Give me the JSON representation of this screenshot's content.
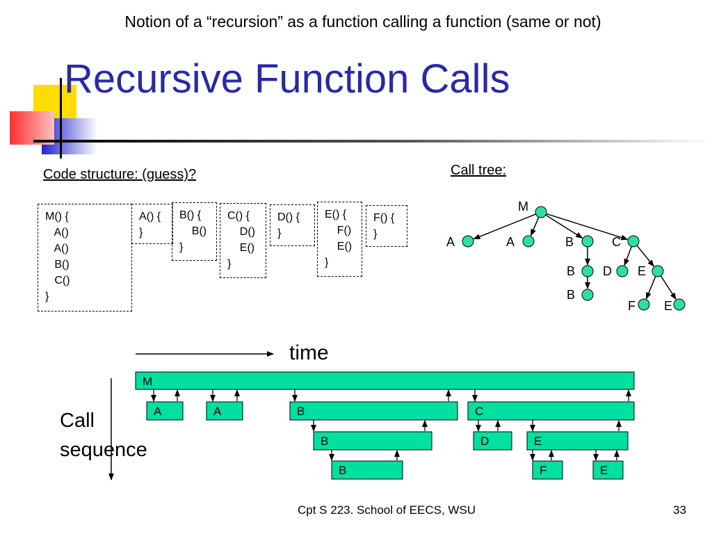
{
  "header": {
    "note": "Notion of a “recursion” as a function calling a function (same or not)",
    "title": "Recursive Function Calls"
  },
  "code_section": {
    "heading": "Code structure: (guess)?",
    "boxes": [
      {
        "id": "M",
        "lines": [
          "M() {",
          "   A()",
          "   A()",
          "   B()",
          "   C()",
          "}"
        ]
      },
      {
        "id": "A",
        "lines": [
          "A() {",
          "}"
        ]
      },
      {
        "id": "B",
        "lines": [
          "B() {",
          "    B()",
          "}"
        ]
      },
      {
        "id": "C",
        "lines": [
          "C() {",
          "    D()",
          "    E()",
          "}"
        ]
      },
      {
        "id": "D",
        "lines": [
          "D() {",
          "}"
        ]
      },
      {
        "id": "E",
        "lines": [
          "E() {",
          "    F()",
          "    E()",
          "}"
        ]
      },
      {
        "id": "F",
        "lines": [
          "F() {",
          "}"
        ]
      }
    ]
  },
  "call_tree": {
    "heading": "Call tree:",
    "nodes": [
      "M",
      "A",
      "A",
      "B",
      "C",
      "B",
      "D",
      "E",
      "B",
      "F",
      "E"
    ],
    "node_color": "#2ee0a0"
  },
  "timeline": {
    "time_label": "time",
    "axis_label_line1": "Call",
    "axis_label_line2": "sequence",
    "bar_color": "#00e0a0",
    "bars": [
      "M",
      "A",
      "A",
      "B",
      "C",
      "B",
      "D",
      "E",
      "B",
      "F",
      "E"
    ]
  },
  "footer": {
    "course": "Cpt S 223. School of EECS, WSU",
    "page": "33"
  }
}
